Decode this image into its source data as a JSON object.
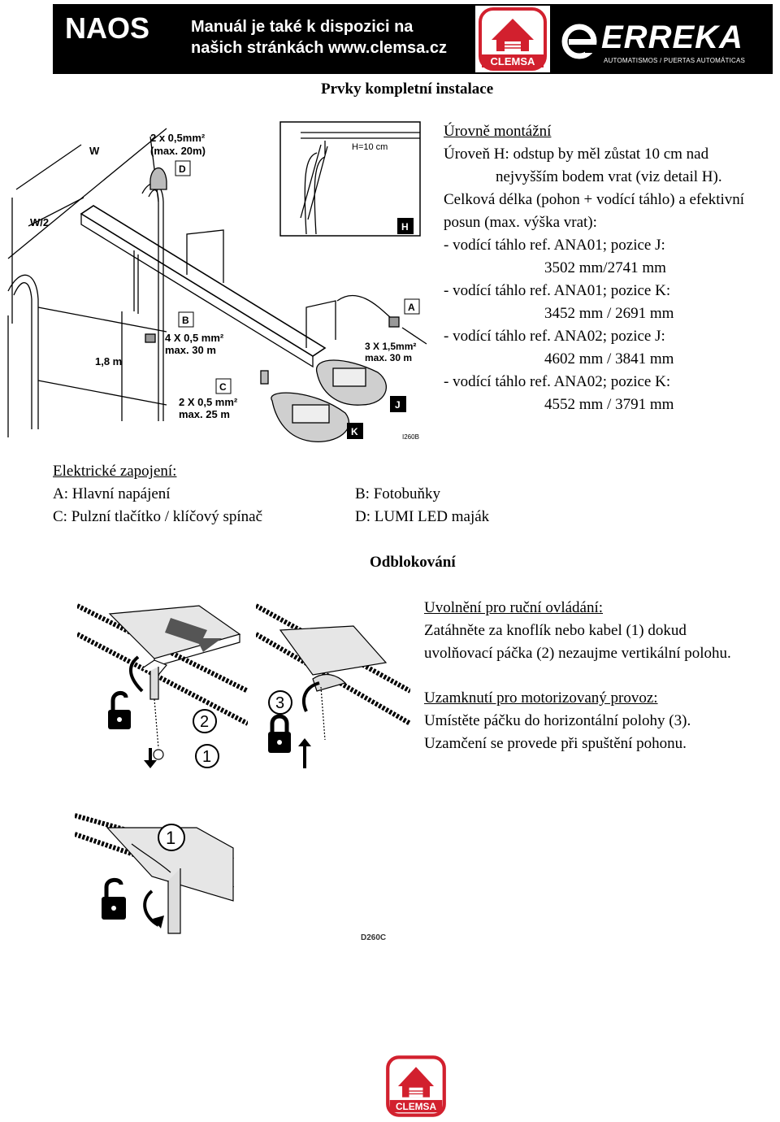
{
  "header": {
    "brand": "NAOS",
    "notice_line1": "Manuál je také k dispozici na",
    "notice_line2": "našich stránkách www.clemsa.cz",
    "clemsa_logo_text": "CLEMSA",
    "erreka_logo_text": "ERREKA",
    "erreka_tagline": "AUTOMATISMOS / PUERTAS AUTOMÁTICAS"
  },
  "section1": {
    "title": "Prvky kompletní instalace",
    "figure_code": "I260B",
    "figure_labels": {
      "w": "W",
      "w2": "W/2",
      "height": "1,8 m",
      "h_detail": "H=10 cm",
      "cable_d_1": "2 x 0,5mm²",
      "cable_d_2": "(max. 20m)",
      "cable_b_1": "4 X 0,5 mm²",
      "cable_b_2": "max. 30 m",
      "cable_c_1": "2 X 0,5 mm²",
      "cable_c_2": "max. 25 m",
      "cable_a_1": "3 X 1,5mm²",
      "cable_a_2": "max. 30 m",
      "A": "A",
      "B": "B",
      "C": "C",
      "D": "D",
      "H": "H",
      "J": "J",
      "K": "K"
    },
    "levels": {
      "title": "Úrovně montážní",
      "line1": "Úroveň H: odstup by měl zůstat 10 cm nad",
      "line2": "nejvyšším bodem vrat (viz detail H).",
      "line3": "Celková délka (pohon + vodící táhlo) a efektivní",
      "line4": "posun (max. výška vrat):",
      "items": [
        {
          "label": "- vodící táhlo ref. ANA01; pozice J:",
          "value": "3502 mm/2741 mm"
        },
        {
          "label": "- vodící táhlo ref. ANA01; pozice K:",
          "value": "3452 mm / 2691 mm"
        },
        {
          "label": "- vodící táhlo ref. ANA02; pozice J:",
          "value": "4602 mm / 3841 mm"
        },
        {
          "label": "- vodící táhlo ref. ANA02; pozice K:",
          "value": "4552 mm / 3791 mm"
        }
      ]
    }
  },
  "electrical": {
    "title": "Elektrické zapojení:",
    "a": "A: Hlavní napájení",
    "b": "B: Fotobuňky",
    "c": "C: Pulzní tlačítko / klíčový spínač",
    "d": "D: LUMI LED maják"
  },
  "section2": {
    "title": "Odblokování",
    "release": {
      "title": "Uvolnění pro ruční ovládání:",
      "line1": "Zatáhněte za knoflík nebo kabel (1) dokud",
      "line2": "uvolňovací páčka (2) nezaujme vertikální polohu."
    },
    "lock": {
      "title": "Uzamknutí pro motorizovaný provoz:",
      "line1": "Umístěte páčku do horizontální polohy (3).",
      "line2": "Uzamčení se provede při spuštění pohonu."
    },
    "figure_code": "D260C",
    "numbers": {
      "one": "1",
      "two": "2",
      "three": "3"
    }
  },
  "footer": {
    "logo_text": "CLEMSA"
  },
  "colors": {
    "clemsa_red": "#d2202e",
    "header_bg": "#000000"
  }
}
